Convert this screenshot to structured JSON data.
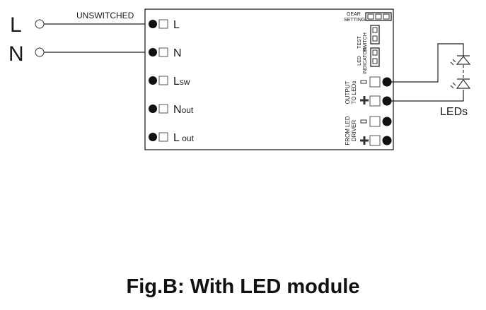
{
  "inputs": {
    "line_label": "L",
    "neutral_label": "N",
    "unswitched_label": "UNSWITCHED"
  },
  "module": {
    "terminals_left": [
      {
        "main": "L",
        "sub": ""
      },
      {
        "main": "N",
        "sub": ""
      },
      {
        "main": "L",
        "sub": "sw"
      },
      {
        "main": "N",
        "sub": "out"
      },
      {
        "main": "L",
        "sub": " out"
      }
    ],
    "gear_setting": [
      "GEAR",
      "SETTING"
    ],
    "test_switch": [
      "TEST",
      "SWITCH"
    ],
    "led_indicator": [
      "LED",
      "INDICATOR"
    ],
    "output_to_leds": [
      "OUTPUT",
      "TO LEDs"
    ],
    "from_led_driver": [
      "FROM LED",
      "DRIVER"
    ],
    "minus_symbol": "−",
    "plus_symbol": "+"
  },
  "leds": {
    "label": "LEDs"
  },
  "caption": "Fig.B: With LED module"
}
